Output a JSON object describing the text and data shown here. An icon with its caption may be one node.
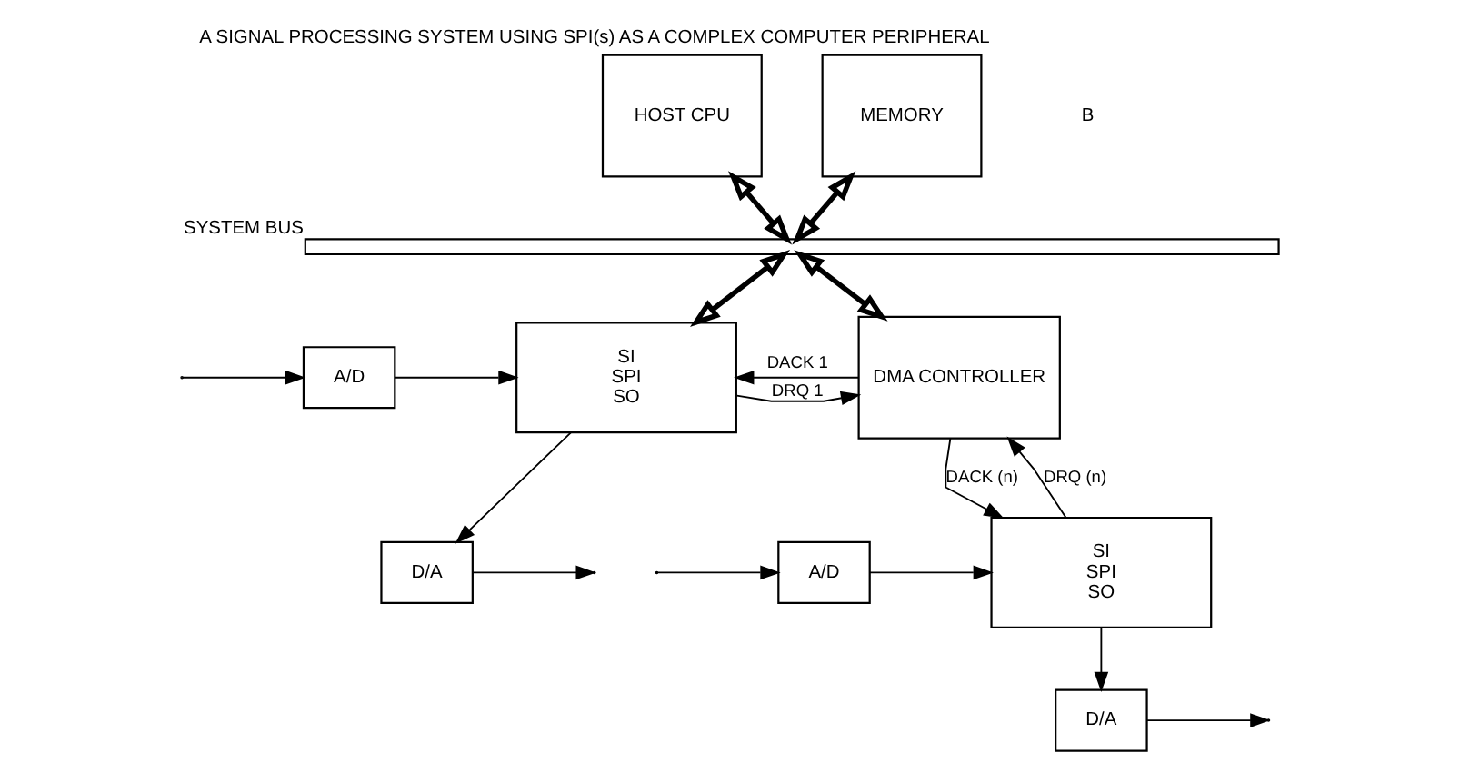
{
  "diagram": {
    "caption": "A SIGNAL PROCESSING SYSTEM USING SPI(s) AS A COMPLEX COMPUTER PERIPHERAL",
    "nodes": [
      {
        "text": [
          "HOST CPU"
        ]
      },
      {
        "text": [
          "MEMORY"
        ]
      },
      {
        "text": [],
        "shape": "bar",
        "beside": [
          "SYSTEM BUS"
        ]
      },
      {
        "text": [
          "A/D"
        ]
      },
      {
        "text": [
          "SI",
          "SPI",
          "SO"
        ]
      },
      {
        "text": [
          "DMA CONTROLLER"
        ]
      },
      {
        "text": [
          "D/A"
        ]
      },
      {
        "text": [
          "A/D"
        ]
      },
      {
        "text": [
          "SI",
          "SPI",
          "SO"
        ]
      },
      {
        "text": [
          "D/A"
        ]
      }
    ],
    "edges": [
      {
        "from": 0,
        "to": 2,
        "arrow": "both",
        "style": "thick"
      },
      {
        "from": 1,
        "to": 2,
        "arrow": "both",
        "style": "thick"
      },
      {
        "from": 2,
        "to": 4,
        "arrow": "both",
        "style": "thick"
      },
      {
        "from": 2,
        "to": 5,
        "arrow": "both",
        "style": "thick"
      },
      {
        "from": null,
        "to": 3,
        "arrow": "to"
      },
      {
        "from": 3,
        "to": 4,
        "arrow": "to"
      },
      {
        "from": 4,
        "to": 6,
        "arrow": "to"
      },
      {
        "from": 6,
        "to": null,
        "arrow": "to"
      },
      {
        "from": 4,
        "to": 5,
        "arrow": "to",
        "label": "DRQ 1"
      },
      {
        "from": 5,
        "to": 4,
        "arrow": "to",
        "label": "DACK 1"
      },
      {
        "from": null,
        "to": 7,
        "arrow": "to"
      },
      {
        "from": 7,
        "to": 8,
        "arrow": "to"
      },
      {
        "from": 8,
        "to": 9,
        "arrow": "to"
      },
      {
        "from": 9,
        "to": null,
        "arrow": "to"
      },
      {
        "from": 8,
        "to": 5,
        "arrow": "to",
        "label": "DRQ (n)"
      },
      {
        "from": 5,
        "to": 8,
        "arrow": "to",
        "label": "DACK (n)"
      }
    ],
    "labels": [
      "B"
    ]
  }
}
